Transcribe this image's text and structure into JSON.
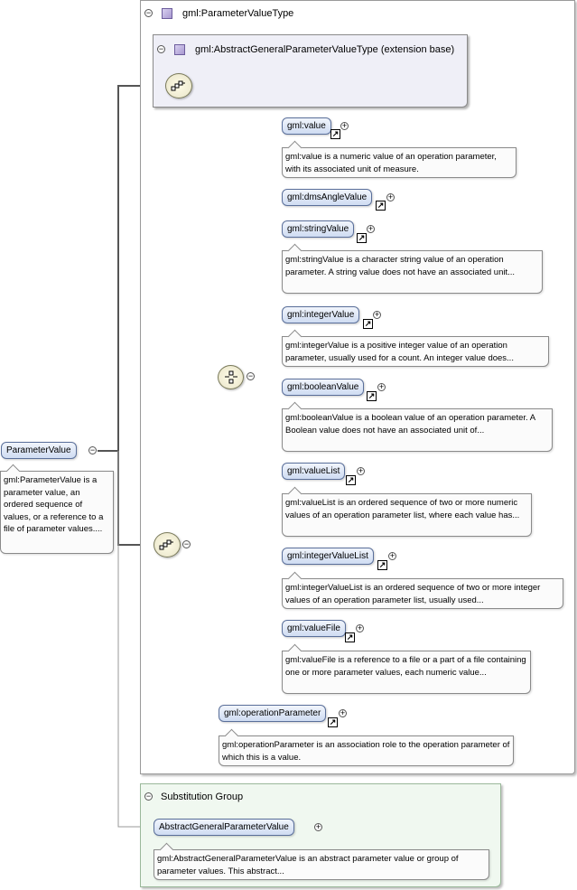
{
  "root": {
    "name": "ParameterValue",
    "doc": "gml:ParameterValue is a parameter value, an ordered sequence of values, or a reference to a file of parameter values...."
  },
  "type_box": {
    "title": "gml:ParameterValueType"
  },
  "extension_box": {
    "title": "gml:AbstractGeneralParameterValueType (extension base)"
  },
  "choice_elements": [
    {
      "name": "gml:value",
      "doc": "gml:value is a numeric value of an operation parameter, with its associated unit of measure."
    },
    {
      "name": "gml:dmsAngleValue",
      "doc": ""
    },
    {
      "name": "gml:stringValue",
      "doc": "gml:stringValue is a character string value of an operation parameter. A string value does not have an associated unit..."
    },
    {
      "name": "gml:integerValue",
      "doc": "gml:integerValue is a positive integer value of an operation parameter, usually used for a count. An integer value does..."
    },
    {
      "name": "gml:booleanValue",
      "doc": "gml:booleanValue is a boolean value of an operation parameter. A Boolean value does not have an associated unit of..."
    },
    {
      "name": "gml:valueList",
      "doc": "gml:valueList is an ordered sequence of two or more numeric values of an operation parameter list, where each value has..."
    },
    {
      "name": "gml:integerValueList",
      "doc": "gml:integerValueList is an ordered sequence of two or more integer values of an operation parameter list, usually used..."
    },
    {
      "name": "gml:valueFile",
      "doc": "gml:valueFile is a reference to a file or a part of a file containing one or more parameter values, each numeric value..."
    }
  ],
  "operation_parameter": {
    "name": "gml:operationParameter",
    "doc": "gml:operationParameter is an association role to the operation parameter of which this is a value."
  },
  "substitution_group": {
    "title": "Substitution Group",
    "element": "AbstractGeneralParameterValue",
    "doc": "gml:AbstractGeneralParameterValue is an abstract parameter value or group of parameter values. This abstract..."
  },
  "colors": {
    "element_fill": "#cfdcf2",
    "extension_fill": "#efeff7",
    "substitution_fill": "#f0f8f0"
  }
}
